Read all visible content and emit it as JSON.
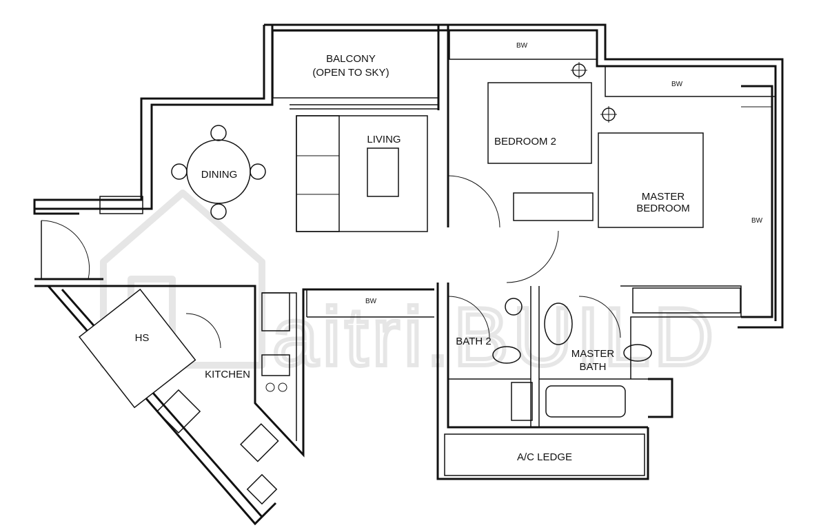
{
  "rooms": {
    "balcony_line1": "BALCONY",
    "balcony_line2": "(OPEN TO SKY)",
    "living": "LIVING",
    "dining": "DINING",
    "bedroom2": "BEDROOM 2",
    "master_bedroom_line1": "MASTER",
    "master_bedroom_line2": "BEDROOM",
    "hs": "HS",
    "kitchen": "KITCHEN",
    "bath2": "BATH 2",
    "master_bath_line1": "MASTER",
    "master_bath_line2": "BATH",
    "ac_ledge": "A/C LEDGE"
  },
  "bay_windows": {
    "top_bedroom2": "BW",
    "top_master": "BW",
    "right_master": "BW",
    "middle": "BW"
  },
  "watermark": {
    "text": "aitri.BUILD"
  },
  "colors": {
    "line": "#111111",
    "watermark": "#8c8c8c",
    "background": "#ffffff"
  }
}
